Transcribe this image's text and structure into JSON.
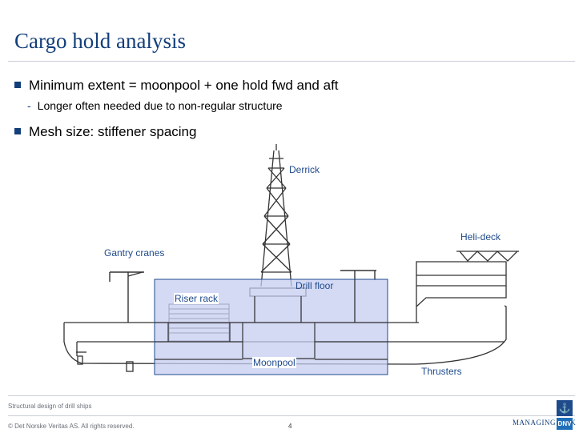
{
  "slide": {
    "title": "Cargo hold analysis",
    "bullets": [
      {
        "text": "Minimum extent = moonpool + one hold fwd and aft",
        "sub": [
          "Longer often needed due to non-regular structure"
        ]
      },
      {
        "text": "Mesh size: stiffener spacing"
      }
    ]
  },
  "diagram": {
    "labels": {
      "derrick": "Derrick",
      "heli_deck": "Heli-deck",
      "gantry_cranes": "Gantry cranes",
      "drill_floor": "Drill floor",
      "riser_rack": "Riser rack",
      "moonpool": "Moonpool",
      "thrusters": "Thrusters"
    },
    "colors": {
      "highlight_fill": "#c5cdf0",
      "highlight_border": "#1f4a8c",
      "outline": "#333333",
      "label_text": "#1f4a8c"
    }
  },
  "footer": {
    "subtitle": "Structural design of drill ships",
    "copyright": "© Det Norske Veritas AS. All rights reserved.",
    "page": "4",
    "brand": "MANAGING RISK",
    "logo_text": "DNV"
  }
}
